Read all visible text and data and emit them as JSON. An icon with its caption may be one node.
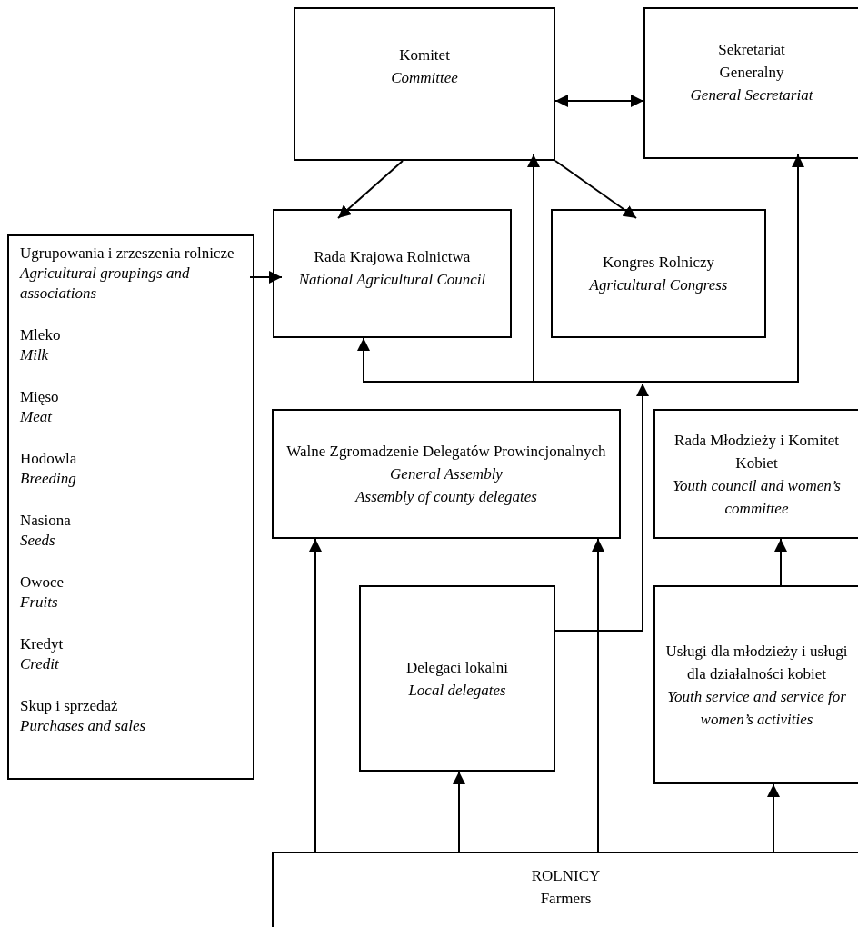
{
  "diagram": {
    "nodes": [
      {
        "text": [
          "Komitet",
          "Committee"
        ]
      },
      {
        "text": [
          "Sekretariat Generalny",
          "General Secretariat"
        ]
      },
      {
        "text": [
          "Ugrupowania i zrzeszenia rolnicze",
          "Agricultural groupings and associations",
          "Mleko",
          "Milk",
          "Mięso",
          "Meat",
          "Hodowla",
          "Breeding",
          "Nasiona",
          "Seeds",
          "Owoce",
          "Fruits",
          "Kredyt",
          "Credit",
          "Skup i sprzedaż",
          "Purchases and sales"
        ]
      },
      {
        "text": [
          "Rada Krajowa Rolnictwa",
          "National Agricultural Council"
        ]
      },
      {
        "text": [
          "Kongres Rolniczy",
          "Agricultural Congress"
        ]
      },
      {
        "text": [
          "Walne Zgromadzenie Delegatów Prowincjonalnych",
          "General Assembly",
          "Assembly of county delegates"
        ]
      },
      {
        "text": [
          "Rada Młodzieży i Komitet Kobiet",
          "Youth council and women’s committee"
        ]
      },
      {
        "text": [
          "Delegaci lokalni",
          "Local delegates"
        ]
      },
      {
        "text": [
          "Usługi dla młodzieży i usługi dla działalności kobiet",
          "Youth service and service for women’s activities"
        ]
      },
      {
        "text": [
          "ROLNICY",
          "Farmers"
        ]
      }
    ],
    "edges": [
      {
        "from": 0,
        "to": 1,
        "arrow": "both"
      },
      {
        "from": 0,
        "to": 3,
        "arrow": "to"
      },
      {
        "from": 0,
        "to": 4,
        "arrow": "to"
      },
      {
        "from": 2,
        "to": 3,
        "arrow": "to"
      },
      {
        "from": 7,
        "to": 3,
        "arrow": "to"
      },
      {
        "from": 7,
        "to": 0,
        "arrow": "to"
      },
      {
        "from": 7,
        "to": 1,
        "arrow": "to"
      },
      {
        "from": 9,
        "to": 5,
        "arrow": "to"
      },
      {
        "from": 9,
        "to": 5,
        "arrow": "to"
      },
      {
        "from": 9,
        "to": 7,
        "arrow": "to"
      },
      {
        "from": 9,
        "to": 8,
        "arrow": "to"
      },
      {
        "from": 8,
        "to": 6,
        "arrow": "to"
      }
    ]
  }
}
